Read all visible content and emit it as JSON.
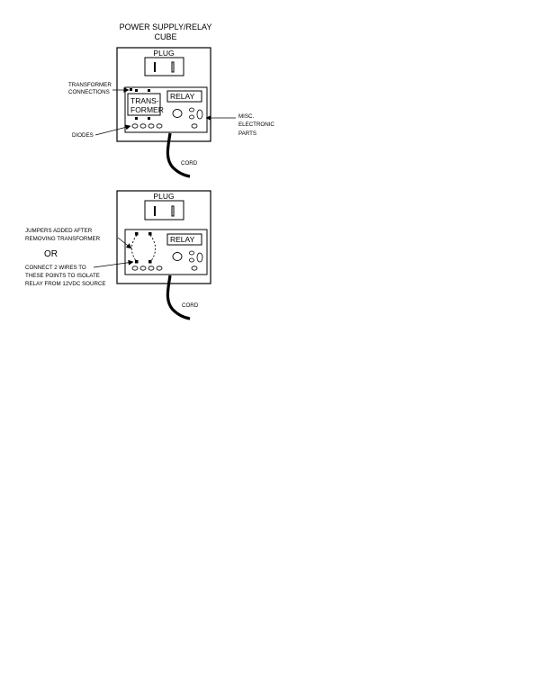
{
  "title": {
    "line1": "POWER SUPPLY/RELAY",
    "line2": "CUBE"
  },
  "top_cube": {
    "plug_label": "PLUG",
    "transformer_line1": "TRANS-",
    "transformer_line2": "FORMER",
    "relay_label": "RELAY",
    "cord_label": "CORD",
    "callouts": {
      "transformer_connections_line1": "TRANSFORMER",
      "transformer_connections_line2": "CONNECTIONS",
      "diodes": "DIODES",
      "misc_line1": "MISC.",
      "misc_line2": "ELECTRONIC",
      "misc_line3": "PARTS"
    }
  },
  "bottom_cube": {
    "plug_label": "PLUG",
    "relay_label": "RELAY",
    "cord_label": "CORD",
    "callouts": {
      "jumpers_line1": "JUMPERS ADDED AFTER",
      "jumpers_line2": "REMOVING TRANSFORMER",
      "or": "OR",
      "connect_line1": "CONNECT 2 WIRES TO",
      "connect_line2": "THESE POINTS TO ISOLATE",
      "connect_line3": "RELAY FROM 12VDC SOURCE"
    }
  }
}
